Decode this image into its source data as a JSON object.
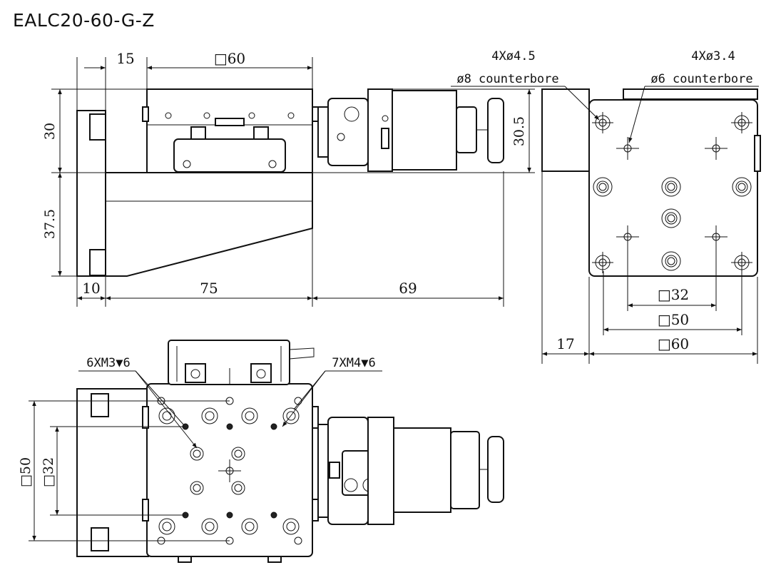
{
  "title": "EALC20-60-G-Z",
  "side_view": {
    "dim_top_left": "15",
    "dim_top_main": "□60",
    "dim_height_top": "30",
    "dim_height_bottom": "37.5",
    "dim_motor_height": "30.5",
    "dim_bottom_left": "10",
    "dim_bottom_mid": "75",
    "dim_bottom_right": "69"
  },
  "end_view": {
    "label_holes_a": "4Xø4.5",
    "label_cbore_a": "ø8 counterbore",
    "label_holes_b": "4Xø3.4",
    "label_cbore_b": "ø6 counterbore",
    "dim_inner": "□32",
    "dim_mid": "□50",
    "dim_outer": "□60",
    "dim_offset": "17"
  },
  "top_view": {
    "label_m3": "6XM3▼6",
    "label_m4": "7XM4▼6",
    "dim_outer": "□50",
    "dim_inner": "□32"
  }
}
